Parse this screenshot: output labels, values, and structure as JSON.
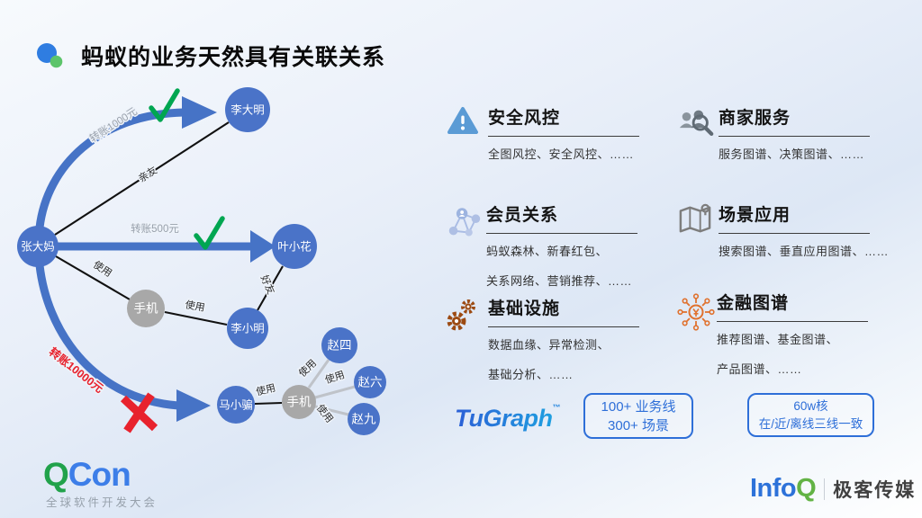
{
  "title": "蚂蚁的业务天然具有关联关系",
  "graph": {
    "nodes": {
      "zhangdama": "张大妈",
      "lidaming": "李大明",
      "yexiaohua": "叶小花",
      "lixiaoming": "李小明",
      "phone": "手机",
      "maxiaopian": "马小骗",
      "zhaosi": "赵四",
      "zhaoliu": "赵六",
      "zhaojiu": "赵九"
    },
    "edges": {
      "transfer_1000": "转账1000元",
      "transfer_500": "转账500元",
      "transfer_10000": "转账10000元",
      "relative": "亲友",
      "friend": "好友",
      "use": "使用"
    }
  },
  "sections": [
    {
      "icon": "warning-icon",
      "title": "安全风控",
      "lines": [
        "全图风控、安全风控、……"
      ]
    },
    {
      "icon": "merchants-icon",
      "title": "商家服务",
      "lines": [
        "服务图谱、决策图谱、……"
      ]
    },
    {
      "icon": "member-network-icon",
      "title": "会员关系",
      "lines": [
        "蚂蚁森林、新春红包、",
        "关系网络、营销推荐、……"
      ]
    },
    {
      "icon": "map-icon",
      "title": "场景应用",
      "lines": [
        "搜索图谱、垂直应用图谱、……"
      ]
    },
    {
      "icon": "gears-icon",
      "title": "基础设施",
      "lines": [
        "数据血缘、异常检测、",
        "基础分析、……"
      ]
    },
    {
      "icon": "finance-graph-icon",
      "title": "金融图谱",
      "lines": [
        "推荐图谱、基金图谱、",
        "产品图谱、……"
      ]
    }
  ],
  "tugraph": {
    "name": "TuGraph",
    "tm": "™"
  },
  "stat_boxes": [
    {
      "line1": "100+ 业务线",
      "line2": "300+ 场景"
    },
    {
      "line1": "60w核",
      "line2": "在/近/离线三线一致"
    }
  ],
  "footer": {
    "qcon_q": "Q",
    "qcon_rest": "Con",
    "qcon_subtitle": "全球软件开发大会",
    "infoq_info": "Info",
    "infoq_q": "Q",
    "infoq_brand": "极客传媒"
  },
  "colors": {
    "node_blue": "#4a73c8",
    "node_gray": "#a8a8a8",
    "arrow_blue": "#4673c6",
    "check_green": "#00a651",
    "alert_red": "#e8222d",
    "stat_border_blue": "#2e6fd8",
    "qcon_green": "#21a24b",
    "qcon_blue": "#3d7ee8",
    "infoq_blue": "#2d72d9",
    "infoq_green": "#63b345"
  }
}
